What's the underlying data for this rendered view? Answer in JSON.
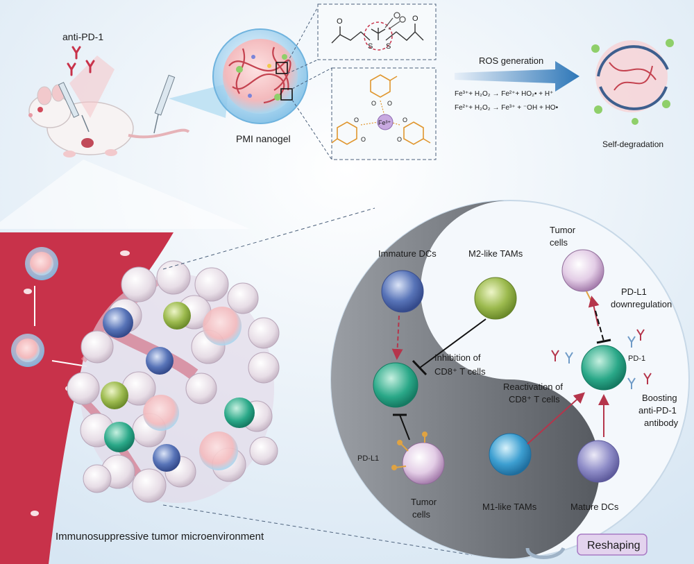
{
  "top": {
    "antibody_label": "anti-PD-1",
    "nanogel_label": "PMI nanogel",
    "arrow_label": "ROS generation",
    "reactions": [
      "Fe³⁺+ H₂O₂ → Fe²⁺+ HO₂• + H⁺",
      "Fe²⁺+ H₂O₂ → Fe³⁺ + ⁻OH + HO•"
    ],
    "degradation_label": "Self-degradation",
    "chem_top": {
      "atoms": [
        "O",
        "S",
        "S",
        "O"
      ]
    },
    "chem_bottom": {
      "center": "Fe³⁺",
      "atoms": [
        "O",
        "O",
        "O",
        "O",
        "O",
        "O"
      ]
    }
  },
  "bottom": {
    "tme_label": "Immunosuppressive tumor microenvironment",
    "dark_side": {
      "immature_dcs": "Immature DCs",
      "m2_tams": "M2-like TAMs",
      "inhibition": [
        "Inhibition of",
        "CD8⁺ T cells"
      ],
      "pdl1": "PD-L1",
      "tumor_cells": [
        "Tumor",
        "cells"
      ]
    },
    "light_side": {
      "tumor_cells": [
        "Tumor",
        "cells"
      ],
      "pdl1_down": [
        "PD-L1",
        "downregulation"
      ],
      "pd1": "PD-1",
      "reactivation": [
        "Reactivation of",
        "CD8⁺ T cells"
      ],
      "boosting": [
        "Boosting",
        "anti-PD-1",
        "antibody"
      ],
      "m1_tams": "M1-like TAMs",
      "mature_dcs": "Mature DCs"
    },
    "reshaping": "Reshaping"
  },
  "colors": {
    "vessel": "#c8324a",
    "yin_dark": "#6e7279",
    "yin_light": "#f4f8fc",
    "t_cell": "#2aa888",
    "dc_immature": "#5874b8",
    "tam_m2": "#9cba4e",
    "tumor": "#c9a7cd",
    "arrow_blue": "#2e77b8",
    "inhibit_red": "#b5354b",
    "reshaping_bg": "#e3d3ee"
  }
}
